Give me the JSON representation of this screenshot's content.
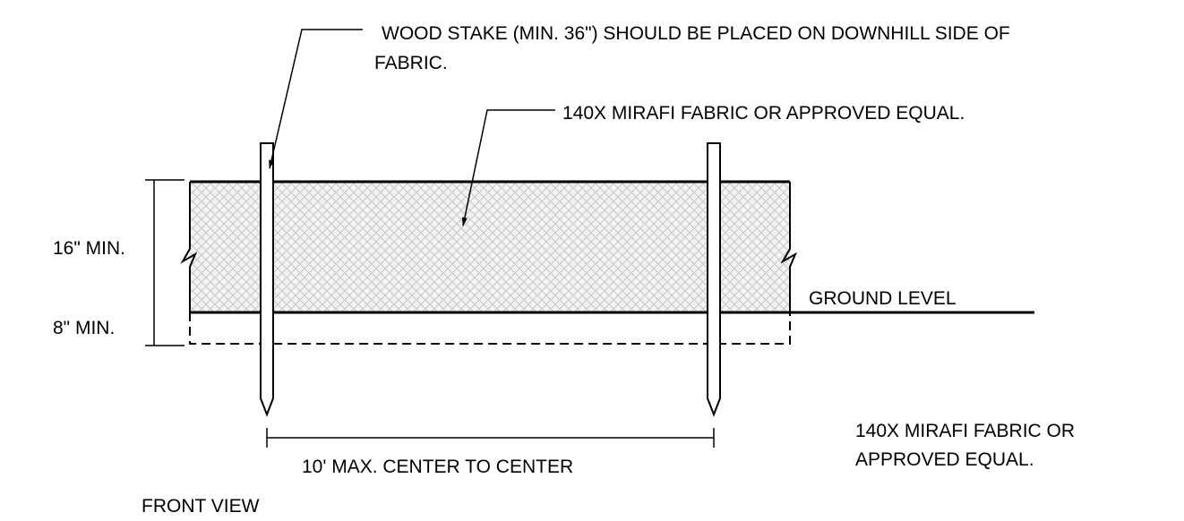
{
  "labels": {
    "wood_stake_line1": "WOOD STAKE (MIN. 36\") SHOULD BE PLACED ON DOWNHILL SIDE OF",
    "wood_stake_line2": "FABRIC.",
    "fabric_callout": "140X MIRAFI FABRIC OR APPROVED EQUAL.",
    "height_above_ground": "16\" MIN.",
    "depth_below_ground": "8\" MIN.",
    "ground_level": "GROUND LEVEL",
    "stake_spacing": "10' MAX. CENTER TO CENTER",
    "note_line1": "140X MIRAFI FABRIC OR",
    "note_line2": "APPROVED EQUAL.",
    "view_title": "FRONT VIEW"
  },
  "colors": {
    "line": "#000000",
    "fabric_fill": "#f2f2f2",
    "fabric_hatch": "#c8c8c8"
  }
}
